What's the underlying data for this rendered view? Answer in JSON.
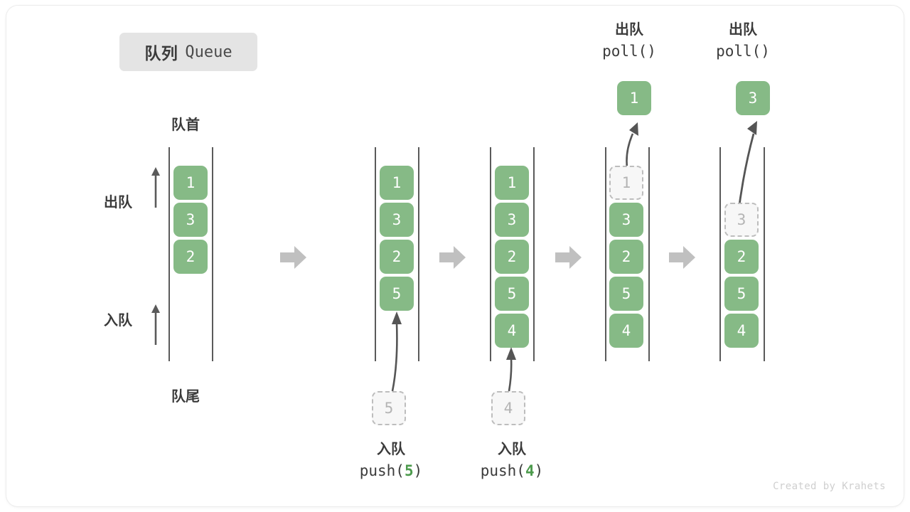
{
  "title": {
    "cn": "队列",
    "en": "Queue"
  },
  "labels": {
    "front": "队首",
    "rear": "队尾",
    "dequeue": "出队",
    "enqueue": "入队"
  },
  "watermark": "Created by Krahets",
  "colors": {
    "cell_green": "#86ba86",
    "ghost_border": "#bdbdbd",
    "ghost_fill": "#f7f7f7",
    "rail": "#5a5a5a",
    "step_arrow": "#c0c0c0",
    "badge_bg": "#e4e4e4",
    "text_dark": "#3b3b3b",
    "accent_green": "#4c9a4c"
  },
  "operations": {
    "push5": {
      "cn": "入队",
      "code_prefix": "push(",
      "arg": "5",
      "code_suffix": ")"
    },
    "push4": {
      "cn": "入队",
      "code_prefix": "push(",
      "arg": "4",
      "code_suffix": ")"
    },
    "poll1": {
      "cn": "出队",
      "code": "poll()"
    },
    "poll2": {
      "cn": "出队",
      "code": "poll()"
    }
  },
  "stages": [
    {
      "name": "initial",
      "cells": [
        "1",
        "3",
        "2"
      ],
      "ghosts": []
    },
    {
      "name": "after-push-5",
      "cells": [
        "1",
        "3",
        "2",
        "5"
      ],
      "incoming": "5"
    },
    {
      "name": "after-push-4",
      "cells": [
        "1",
        "3",
        "2",
        "5",
        "4"
      ],
      "incoming": "4"
    },
    {
      "name": "after-poll-first",
      "cells": [
        "1",
        "3",
        "2",
        "5",
        "4"
      ],
      "removed": "1",
      "ejected": "1"
    },
    {
      "name": "after-poll-second",
      "cells": [
        "3",
        "2",
        "5",
        "4"
      ],
      "removed": "3",
      "ejected": "3"
    }
  ],
  "cell_values": {
    "s1": {
      "c0": "1",
      "c1": "3",
      "c2": "2"
    },
    "s2": {
      "c0": "1",
      "c1": "3",
      "c2": "2",
      "c3": "5",
      "incoming": "5"
    },
    "s3": {
      "c0": "1",
      "c1": "3",
      "c2": "2",
      "c3": "5",
      "c4": "4",
      "incoming": "4"
    },
    "s4": {
      "ghost": "1",
      "c1": "3",
      "c2": "2",
      "c3": "5",
      "c4": "4",
      "out": "1"
    },
    "s5": {
      "ghost": "3",
      "c2": "2",
      "c3": "5",
      "c4": "4",
      "out": "3"
    }
  }
}
